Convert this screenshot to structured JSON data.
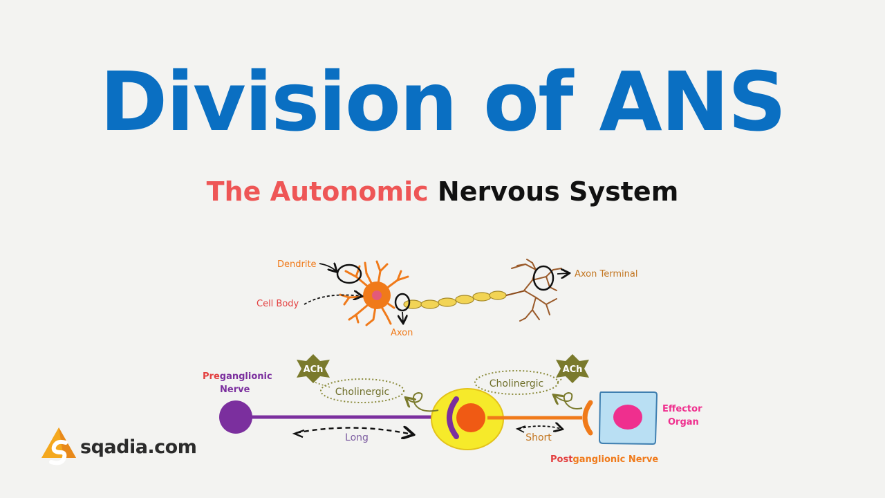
{
  "title": "Division of ANS",
  "subtitle": {
    "part1": "The Autonomic",
    "part2": "Nervous System"
  },
  "neuron": {
    "dendrite": "Dendrite",
    "cell_body": "Cell Body",
    "axon": "Axon",
    "axon_terminal": "Axon Terminal"
  },
  "pathway": {
    "pre_label_a": "Pre",
    "pre_label_b": "ganglionic",
    "pre_label_c": "Nerve",
    "ach_left": "ACh",
    "ach_right": "ACh",
    "cholinergic_left": "Cholinergic",
    "cholinergic_right": "Cholinergic",
    "long": "Long",
    "short": "Short",
    "effector_a": "Effector",
    "effector_b": "Organ",
    "post_label_a": "Post",
    "post_label_b": "ganglionic Nerve"
  },
  "brand": {
    "name": "sqadia.com"
  },
  "colors": {
    "title": "#0a6fc2",
    "subtitle_red": "#ee5656",
    "preganglionic": "#7b2f9e",
    "postganglionic": "#f07a1a",
    "ganglion": "#f6ea2a",
    "ach_badge": "#7a7a2c",
    "effector_fill": "#b9dff3",
    "effector_nucleus": "#ef2f8e"
  }
}
